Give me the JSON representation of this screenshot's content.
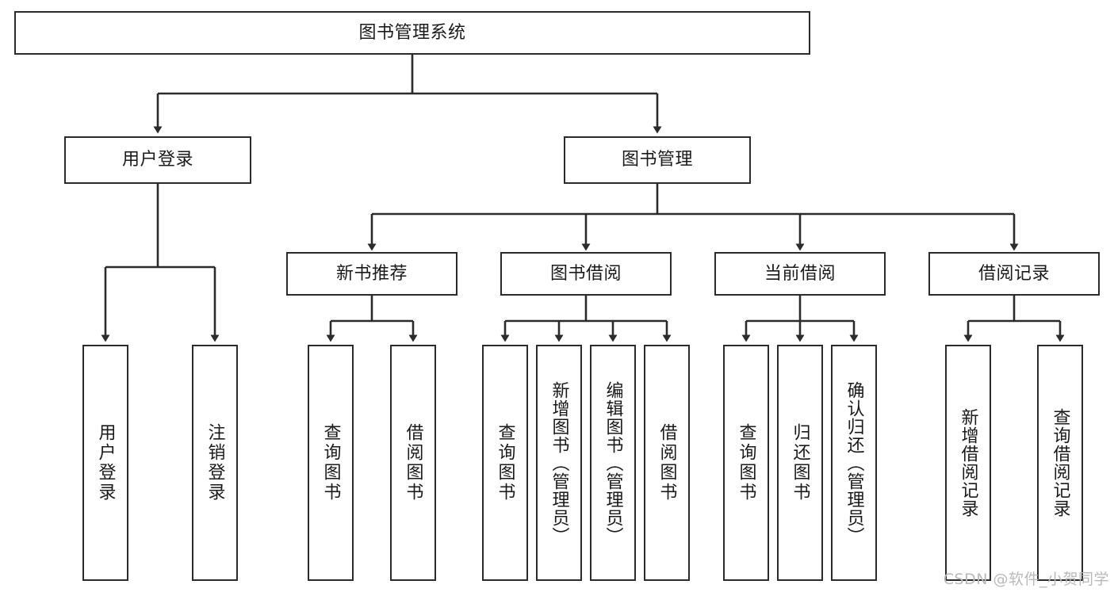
{
  "diagram": {
    "title": "图书管理系统",
    "type": "hierarchy-tree",
    "stroke_color": "#2b2b2b",
    "background_color": "#ffffff",
    "root": {
      "id": "root",
      "label": "图书管理系统",
      "orientation": "horizontal"
    },
    "level2": [
      {
        "id": "user-login",
        "label": "用户登录",
        "orientation": "horizontal"
      },
      {
        "id": "book-management",
        "label": "图书管理",
        "orientation": "horizontal"
      }
    ],
    "level3": [
      {
        "id": "new-book-recommend",
        "label": "新书推荐",
        "orientation": "horizontal",
        "parent": "book-management"
      },
      {
        "id": "book-borrow",
        "label": "图书借阅",
        "orientation": "horizontal",
        "parent": "book-management"
      },
      {
        "id": "current-borrow",
        "label": "当前借阅",
        "orientation": "horizontal",
        "parent": "book-management"
      },
      {
        "id": "borrow-record",
        "label": "借阅记录",
        "orientation": "horizontal",
        "parent": "book-management"
      }
    ],
    "leaves": [
      {
        "id": "leaf-user-login",
        "label": "用户登录",
        "parent": "user-login"
      },
      {
        "id": "leaf-logout-login",
        "label": "注销登录",
        "parent": "user-login"
      },
      {
        "id": "leaf-query-book-1",
        "label": "查询图书",
        "parent": "new-book-recommend"
      },
      {
        "id": "leaf-borrow-book-1",
        "label": "借阅图书",
        "parent": "new-book-recommend"
      },
      {
        "id": "leaf-query-book-2",
        "label": "查询图书",
        "parent": "book-borrow"
      },
      {
        "id": "leaf-add-book",
        "label": "新增图书（管理员）",
        "parent": "book-borrow"
      },
      {
        "id": "leaf-edit-book",
        "label": "编辑图书（管理员）",
        "parent": "book-borrow"
      },
      {
        "id": "leaf-borrow-book-2",
        "label": "借阅图书",
        "parent": "book-borrow"
      },
      {
        "id": "leaf-query-book-3",
        "label": "查询图书",
        "parent": "current-borrow"
      },
      {
        "id": "leaf-return-book",
        "label": "归还图书",
        "parent": "current-borrow"
      },
      {
        "id": "leaf-confirm-return",
        "label": "确认归还（管理员）",
        "parent": "current-borrow"
      },
      {
        "id": "leaf-add-record",
        "label": "新增借阅记录",
        "parent": "borrow-record"
      },
      {
        "id": "leaf-query-record",
        "label": "查询借阅记录",
        "parent": "borrow-record"
      }
    ]
  },
  "watermark": {
    "text": "CSDN @软件_小贺同学"
  }
}
